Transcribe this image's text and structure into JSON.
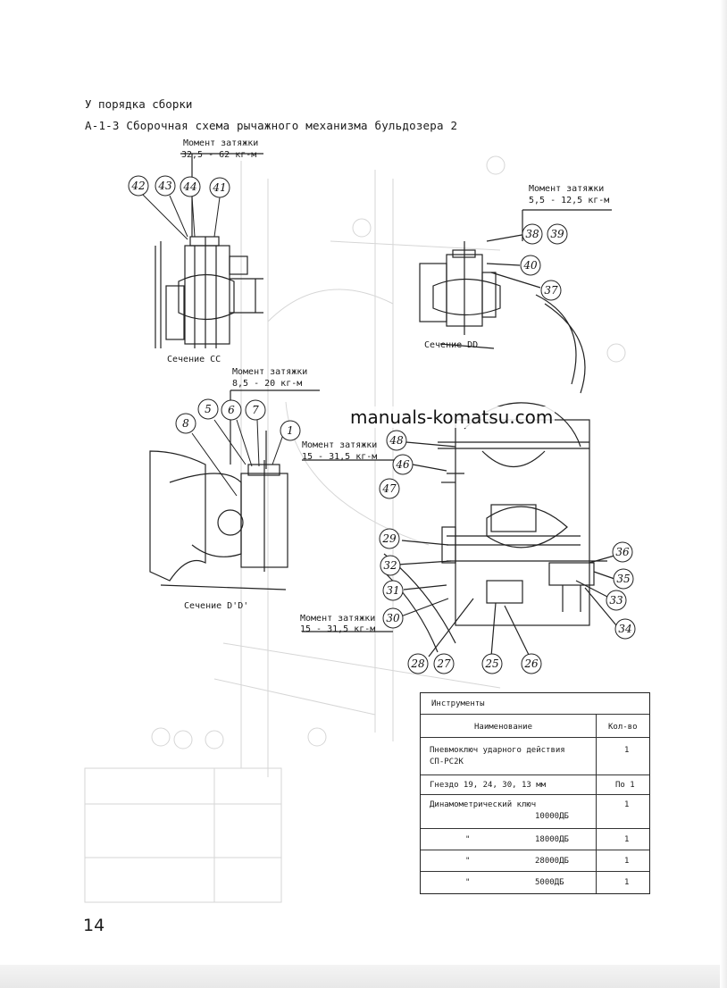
{
  "header": {
    "section": "У порядка сборки",
    "title": "А-1-3 Сборочная схема рычажного механизма бульдозера 2"
  },
  "torque_labels": [
    {
      "heading": "Момент затяжки",
      "value": "32,5 - 62 кг-м"
    },
    {
      "heading": "Момент затяжки",
      "value": "5,5 - 12,5 кг-м"
    },
    {
      "heading": "Момент затяжки",
      "value": "8,5 - 20 кг-м"
    },
    {
      "heading": "Момент затяжки",
      "value": "15 - 31,5 кг-м"
    },
    {
      "heading": "Момент затяжки",
      "value": "15 - 31,5 кг-м"
    }
  ],
  "sections": {
    "cc": "Сечение СС",
    "dd": "Сечение DD",
    "bb": "Сечение D'D'"
  },
  "balloons": [
    "42",
    "43",
    "44",
    "41",
    "38",
    "39",
    "40",
    "37",
    "8",
    "5",
    "6",
    "7",
    "1",
    "48",
    "46",
    "47",
    "29",
    "32",
    "31",
    "30",
    "36",
    "35",
    "33",
    "34",
    "28",
    "27",
    "25",
    "26"
  ],
  "watermark": "manuals-komatsu.com",
  "tools_table": {
    "title": "Инструменты",
    "col_name": "Наименование",
    "col_qty": "Кол-во",
    "rows": [
      {
        "name": "Пневмоключ ударного действия",
        "name2": "СП-РС2К",
        "qty": "1"
      },
      {
        "name": "Гнездо 19, 24, 30, 13 мм",
        "name2": "",
        "qty": "По 1"
      },
      {
        "name": "Динамометрический ключ",
        "name2": "10000ДБ",
        "qty": "1"
      },
      {
        "name": "\"",
        "name2": "18000ДБ",
        "qty": "1"
      },
      {
        "name": "\"",
        "name2": "28000ДБ",
        "qty": "1"
      },
      {
        "name": "\"",
        "name2": "5000ДБ",
        "qty": "1"
      }
    ]
  },
  "page_number": "14"
}
